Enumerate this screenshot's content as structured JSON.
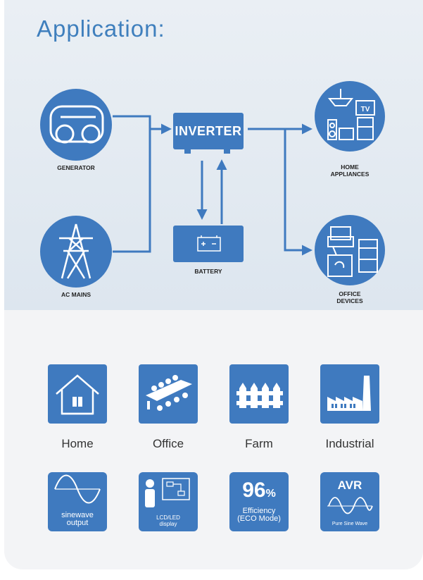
{
  "title": "Application:",
  "diagram": {
    "nodes": {
      "generator": "GENERATOR",
      "ac_mains": "AC MAINS",
      "inverter": "INVERTER",
      "battery": "BATTERY",
      "home_appliances": [
        "HOME",
        "APPLIANCES"
      ],
      "office_devices": [
        "OFFICE",
        "DEVICES"
      ]
    },
    "tv_text": "TV",
    "battery_symbols": "+ −"
  },
  "applications": [
    {
      "label": "Home",
      "icon": "house-icon"
    },
    {
      "label": "Office",
      "icon": "meeting-table-icon"
    },
    {
      "label": "Farm",
      "icon": "fence-icon"
    },
    {
      "label": "Industrial",
      "icon": "factory-icon"
    }
  ],
  "features": {
    "sinewave": [
      "sinewave",
      "output"
    ],
    "display": [
      "LCD/LED",
      "display"
    ],
    "efficiency": {
      "value": "96",
      "unit": "%",
      "line1": "Efficiency",
      "line2": "(ECO Mode)"
    },
    "avr": {
      "title": "AVR",
      "subtitle": "Pure Sine Wave"
    }
  },
  "colors": {
    "accent": "#3f7abf",
    "title": "#3f7fbd",
    "panel": "#f3f4f6"
  }
}
